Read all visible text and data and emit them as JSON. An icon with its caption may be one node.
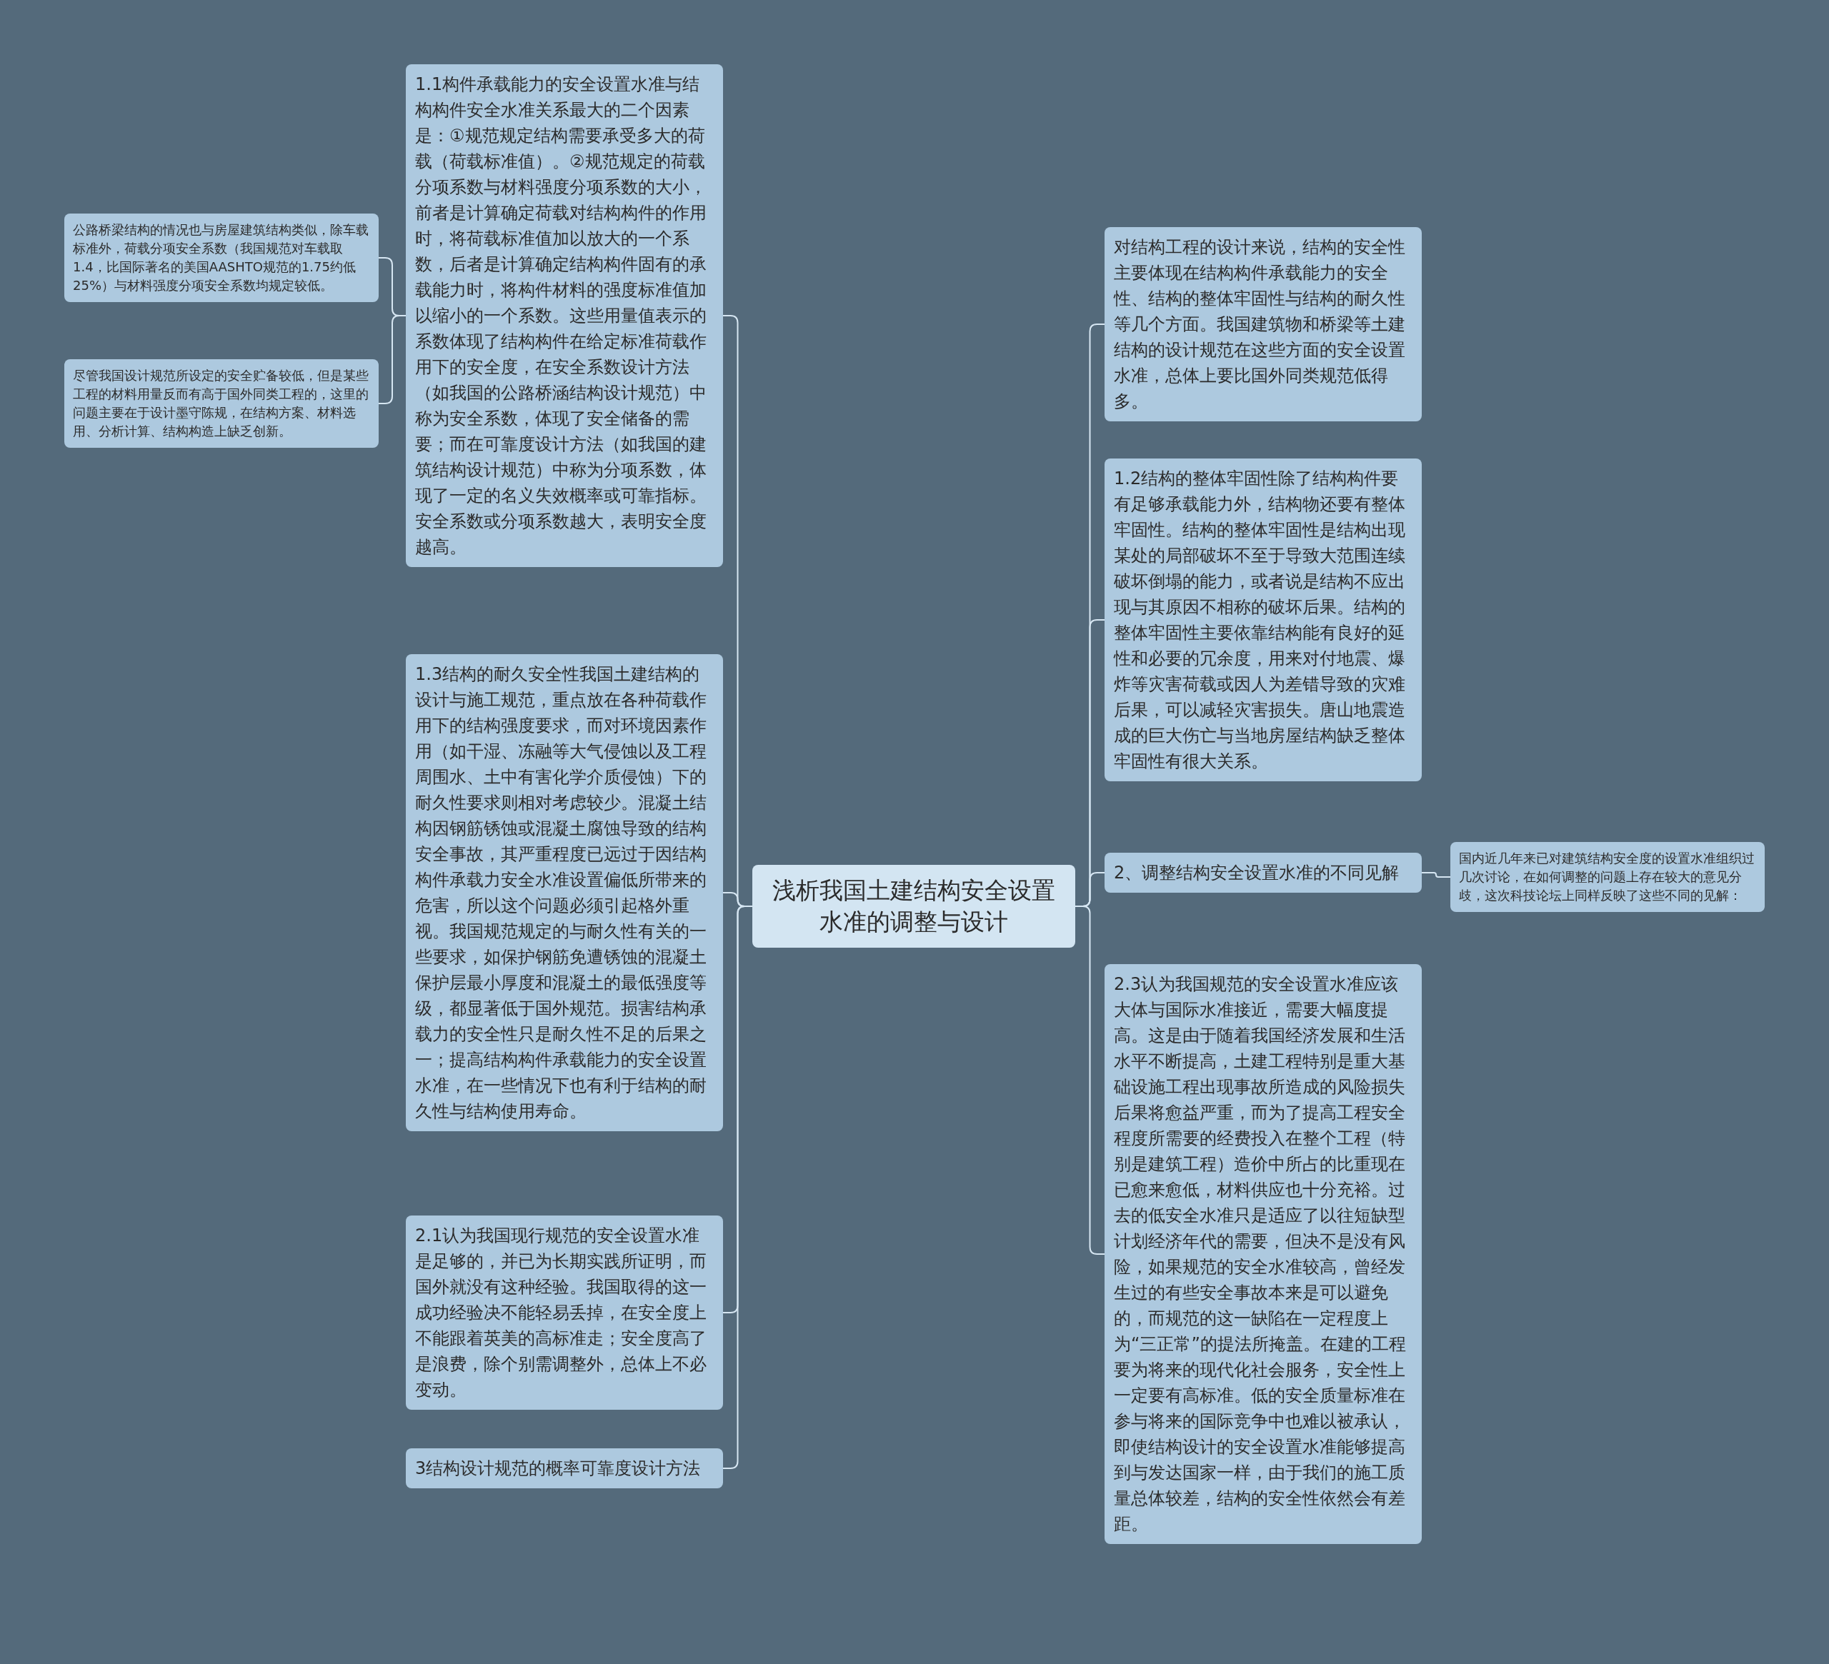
{
  "diagram": {
    "nodes": [
      {
        "text": [
          "浅析我国土建结构安全设置水准的调整与设计"
        ]
      },
      {
        "text": [
          "1.1构件承载能力的安全设置水准与结构构件安全水准关系最大的二个因素是：①规范规定结构需要承受多大的荷载（荷载标准值）。②规范规定的荷载分项系数与材料强度分项系数的大小，前者是计算确定荷载对结构构件的作用时，将荷载标准值加以放大的一个系数，后者是计算确定结构构件固有的承载能力时，将构件材料的强度标准值加以缩小的一个系数。这些用量值表示的系数体现了结构构件在给定标准荷载作用下的安全度，在安全系数设计方法（如我国的公路桥涵结构设计规范）中称为安全系数，体现了安全储备的需要；而在可靠度设计方法（如我国的建筑结构设计规范）中称为分项系数，体现了一定的名义失效概率或可靠指标。安全系数或分项系数越大，表明安全度越高。"
        ]
      },
      {
        "text": [
          "公路桥梁结构的情况也与房屋建筑结构类似，除车载标准外，荷载分项安全系数（我国规范对车载取1.4，比国际著名的美国AASHTO规范的1.75约低25%）与材料强度分项安全系数均规定较低。"
        ]
      },
      {
        "text": [
          "尽管我国设计规范所设定的安全贮备较低，但是某些工程的材料用量反而有高于国外同类工程的，这里的问题主要在于设计墨守陈规，在结构方案、材料选用、分析计算、结构构造上缺乏创新。"
        ]
      },
      {
        "text": [
          "1.3结构的耐久安全性我国土建结构的设计与施工规范，重点放在各种荷载作用下的结构强度要求，而对环境因素作用（如干湿、冻融等大气侵蚀以及工程周围水、土中有害化学介质侵蚀）下的耐久性要求则相对考虑较少。混凝土结构因钢筋锈蚀或混凝土腐蚀导致的结构安全事故，其严重程度已远过于因结构构件承载力安全水准设置偏低所带来的危害，所以这个问题必须引起格外重视。我国规范规定的与耐久性有关的一些要求，如保护钢筋免遭锈蚀的混凝土保护层最小厚度和混凝土的最低强度等级，都显著低于国外规范。损害结构承载力的安全性只是耐久性不足的后果之一；提高结构构件承载能力的安全设置水准，在一些情况下也有利于结构的耐久性与结构使用寿命。"
        ]
      },
      {
        "text": [
          "2.1认为我国现行规范的安全设置水准是足够的，并已为长期实践所证明，而国外就没有这种经验。我国取得的这一成功经验决不能轻易丢掉，在安全度上不能跟着英美的高标准走；安全度高了是浪费，除个别需调整外，总体上不必变动。"
        ]
      },
      {
        "text": [
          "3结构设计规范的概率可靠度设计方法"
        ]
      },
      {
        "text": [
          "对结构工程的设计来说，结构的安全性主要体现在结构构件承载能力的安全性、结构的整体牢固性与结构的耐久性等几个方面。我国建筑物和桥梁等土建结构的设计规范在这些方面的安全设置水准，总体上要比国外同类规范低得多。"
        ]
      },
      {
        "text": [
          "1.2结构的整体牢固性除了结构构件要有足够承载能力外，结构物还要有整体牢固性。结构的整体牢固性是结构出现某处的局部破坏不至于导致大范围连续破坏倒塌的能力，或者说是结构不应出现与其原因不相称的破坏后果。结构的整体牢固性主要依靠结构能有良好的延性和必要的冗余度，用来对付地震、爆炸等灾害荷载或因人为差错导致的灾难后果，可以减轻灾害损失。唐山地震造成的巨大伤亡与当地房屋结构缺乏整体牢固性有很大关系。"
        ]
      },
      {
        "text": [
          "2、调整结构安全设置水准的不同见解"
        ]
      },
      {
        "text": [
          "国内近几年来已对建筑结构安全度的设置水准组织过几次讨论，在如何调整的问题上存在较大的意见分歧，这次科技论坛上同样反映了这些不同的见解："
        ]
      },
      {
        "text": [
          "2.3认为我国规范的安全设置水准应该大体与国际水准接近，需要大幅度提高。这是由于随着我国经济发展和生活水平不断提高，土建工程特别是重大基础设施工程出现事故所造成的风险损失后果将愈益严重，而为了提高工程安全程度所需要的经费投入在整个工程（特别是建筑工程）造价中所占的比重现在已愈来愈低，材料供应也十分充裕。过去的低安全水准只是适应了以往短缺型计划经济年代的需要，但决不是没有风险，如果规范的安全水准较高，曾经发生过的有些安全事故本来是可以避免的，而规范的这一缺陷在一定程度上为“三正常”的提法所掩盖。在建的工程要为将来的现代化社会服务，安全性上一定要有高标准。低的安全质量标准在参与将来的国际竞争中也难以被承认，即使结构设计的安全设置水准能够提高到与发达国家一样，由于我们的施工质量总体较差，结构的安全性依然会有差距。"
        ]
      }
    ],
    "edges": [
      {
        "from": 0,
        "to": 1,
        "arrow": "none"
      },
      {
        "from": 1,
        "to": 2,
        "arrow": "none"
      },
      {
        "from": 1,
        "to": 3,
        "arrow": "none"
      },
      {
        "from": 0,
        "to": 4,
        "arrow": "none"
      },
      {
        "from": 0,
        "to": 5,
        "arrow": "none"
      },
      {
        "from": 0,
        "to": 6,
        "arrow": "none"
      },
      {
        "from": 0,
        "to": 7,
        "arrow": "none"
      },
      {
        "from": 0,
        "to": 8,
        "arrow": "none"
      },
      {
        "from": 0,
        "to": 9,
        "arrow": "none"
      },
      {
        "from": 9,
        "to": 10,
        "arrow": "none"
      },
      {
        "from": 0,
        "to": 11,
        "arrow": "none"
      }
    ]
  }
}
